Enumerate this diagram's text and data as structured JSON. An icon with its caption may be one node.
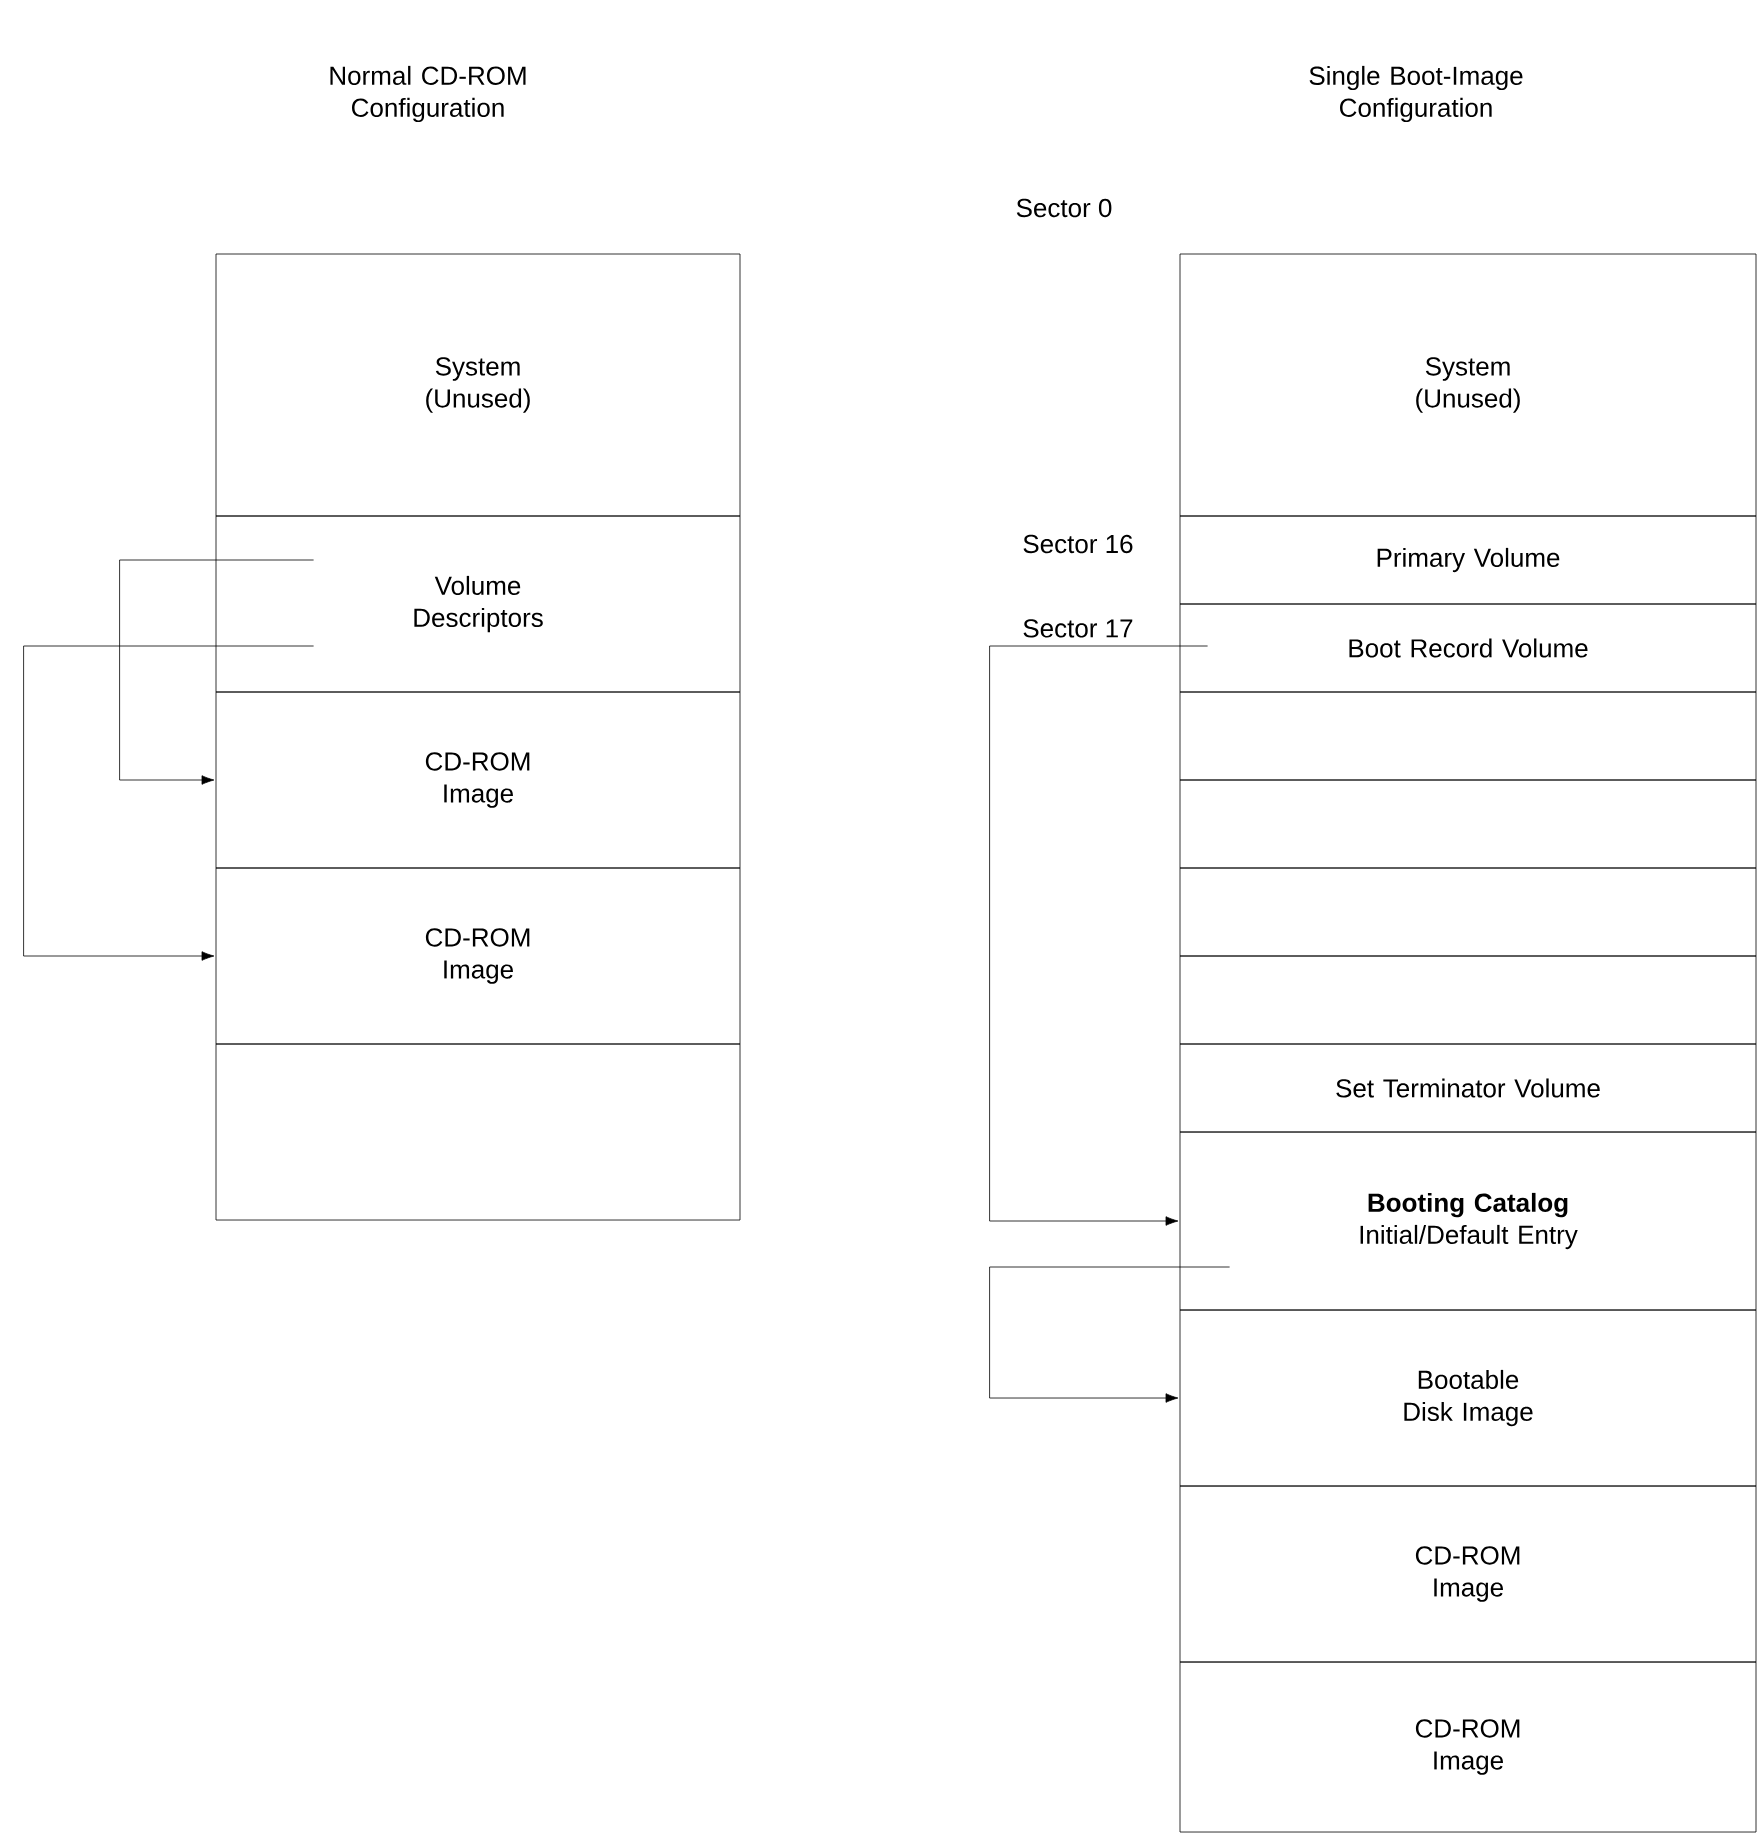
{
  "diagram": {
    "nodes": [
      {
        "text": [
          "System (Unused)"
        ]
      },
      {
        "text": [
          "Volume Descriptors"
        ]
      },
      {
        "text": [
          "CD-ROM Image"
        ]
      },
      {
        "text": [
          "CD-ROM Image"
        ]
      },
      {
        "text": [],
        "shape": "box"
      },
      {
        "text": [
          "System (Unused)"
        ]
      },
      {
        "text": [
          "Primary Volume"
        ]
      },
      {
        "text": [
          "Boot Record Volume"
        ]
      },
      {
        "text": [],
        "shape": "box"
      },
      {
        "text": [],
        "shape": "box"
      },
      {
        "text": [],
        "shape": "box"
      },
      {
        "text": [],
        "shape": "box"
      },
      {
        "text": [
          "Set Terminator Volume"
        ]
      },
      {
        "text": [
          "Booting Catalog",
          "Initial/Default Entry"
        ]
      },
      {
        "text": [
          "Bootable Disk Image"
        ]
      },
      {
        "text": [
          "CD-ROM Image"
        ]
      },
      {
        "text": [
          "CD-ROM Image"
        ]
      }
    ],
    "edges": [
      {
        "from": 1,
        "to": 2,
        "arrow": "to"
      },
      {
        "from": 1,
        "to": 3,
        "arrow": "to"
      },
      {
        "from": 7,
        "to": 13,
        "arrow": "to"
      },
      {
        "from": 13,
        "to": 14,
        "arrow": "to"
      }
    ],
    "labels": [
      "Normal CD-ROM Configuration",
      "Single Boot-Image Configuration",
      "Sector 0",
      "Sector 16",
      "Sector 17"
    ]
  }
}
